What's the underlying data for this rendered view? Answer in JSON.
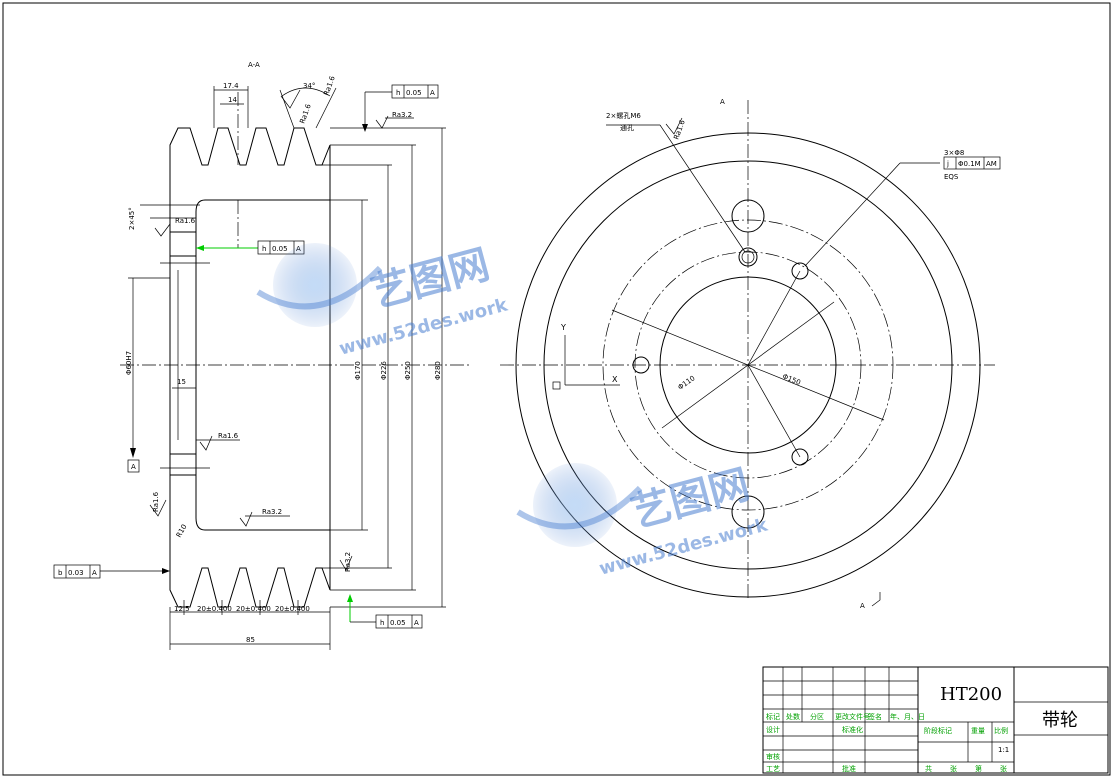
{
  "drawing": {
    "section_label": "A-A",
    "view_marker": "A",
    "view_marker_bottom": "A",
    "material": "HT200",
    "part_name": "带轮",
    "scale": "1:1"
  },
  "dimensions": {
    "groove_top_width": "17.4",
    "groove_width": "14",
    "groove_angle": "34°",
    "groove_roughness": "Ra1.6",
    "groove_roughness_2": "Ra1.6",
    "flange_roughness": "Ra3.2",
    "chamfer": "2×45°",
    "bore_roughness": "Ra1.6",
    "hole_dia": "Φ60H7",
    "web_thickness": "15",
    "inner_roughness": "Ra1.6",
    "edge_roughness": "Ra1.6",
    "fillet": "R10",
    "bottom_roughness": "Ra3.2",
    "side_roughness": "Ra3.2",
    "d1": "Φ170",
    "d2": "Φ226",
    "d3": "Φ250",
    "d4": "Φ280",
    "left_offset": "12.5",
    "pitch1": "20±0.400",
    "pitch2": "20±0.400",
    "pitch3": "20±0.400",
    "total_width": "85",
    "front_d1": "Φ110",
    "front_d2": "Φ150",
    "axis_x": "X",
    "axis_y": "Y",
    "hole_note_1": "2×螺孔M6",
    "hole_note_2": "通孔",
    "hole_note_3": "3×Φ8",
    "hole_note_4": "EQS",
    "hole_roughness": "Ra1.6"
  },
  "tolerance_frames": [
    {
      "symbol": "h",
      "value": "0.05",
      "datum": "A"
    },
    {
      "symbol": "h",
      "value": "0.05",
      "datum": "A"
    },
    {
      "symbol": "b",
      "value": "0.03",
      "datum": "A"
    },
    {
      "symbol": "h",
      "value": "0.05",
      "datum": "A"
    },
    {
      "symbol": "j",
      "value": "Φ0.1M",
      "datum": "AM"
    }
  ],
  "title_block": {
    "row_labels": [
      "标记",
      "处数",
      "分区",
      "更改文件号",
      "签名",
      "年、月、日"
    ],
    "design": "设计",
    "standard": "标准化",
    "review": "审核",
    "process": "工艺",
    "approve": "批准",
    "stage_mark": "阶段标记",
    "weight": "重量",
    "ratio": "比例",
    "total": "共",
    "sheets": "张",
    "page": "第",
    "page_unit": "张"
  },
  "watermark": {
    "cn": "艺图网",
    "url": "www.52des.work"
  }
}
